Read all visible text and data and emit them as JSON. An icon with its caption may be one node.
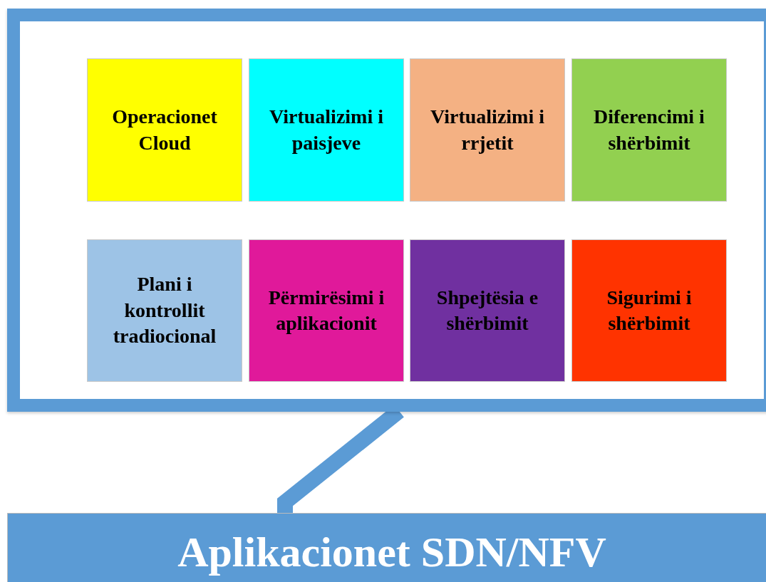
{
  "diagram": {
    "nodes": [
      {
        "text": [],
        "shape": "box"
      },
      {
        "text": [
          "Operacionet Cloud"
        ],
        "in": 0
      },
      {
        "text": [
          "Virtualizimi i paisjeve"
        ],
        "in": 0
      },
      {
        "text": [
          "Virtualizimi i rrjetit"
        ],
        "in": 0
      },
      {
        "text": [
          "Diferencimi i shërbimit"
        ],
        "in": 0
      },
      {
        "text": [
          "Plani i kontrollit tradiocional"
        ],
        "in": 0
      },
      {
        "text": [
          "Përmirësimi i aplikacionit"
        ],
        "in": 0
      },
      {
        "text": [
          "Shpejtësia e shërbimit"
        ],
        "in": 0
      },
      {
        "text": [
          "Sigurimi i shërbimit"
        ],
        "in": 0
      },
      {
        "text": [
          "Aplikacionet SDN/NFV"
        ]
      }
    ],
    "edges": [
      {
        "from": 9,
        "to": 0,
        "arrow": "none"
      }
    ]
  }
}
